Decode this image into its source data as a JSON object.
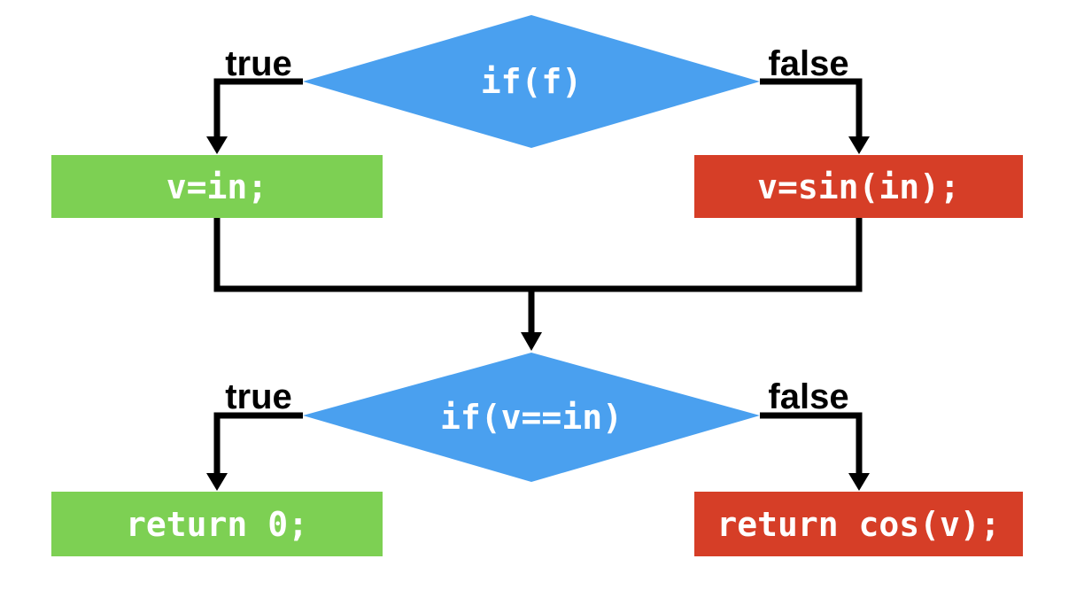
{
  "colors": {
    "background": "#ffffff",
    "decision_fill": "#4aa0ef",
    "true_fill": "#7dd053",
    "false_fill": "#d63e27",
    "connector": "#000000",
    "shape_text": "#ffffff",
    "branch_label_text": "#000000"
  },
  "flowchart": {
    "decision1": {
      "label": "if(f)"
    },
    "decision2": {
      "label": "if(v==in)"
    },
    "branch_labels": {
      "true": "true",
      "false": "false"
    },
    "boxes": {
      "true1": {
        "label": "v=in;"
      },
      "false1": {
        "label": "v=sin(in);"
      },
      "true2": {
        "label": "return 0;"
      },
      "false2": {
        "label": "return cos(v);"
      }
    }
  }
}
